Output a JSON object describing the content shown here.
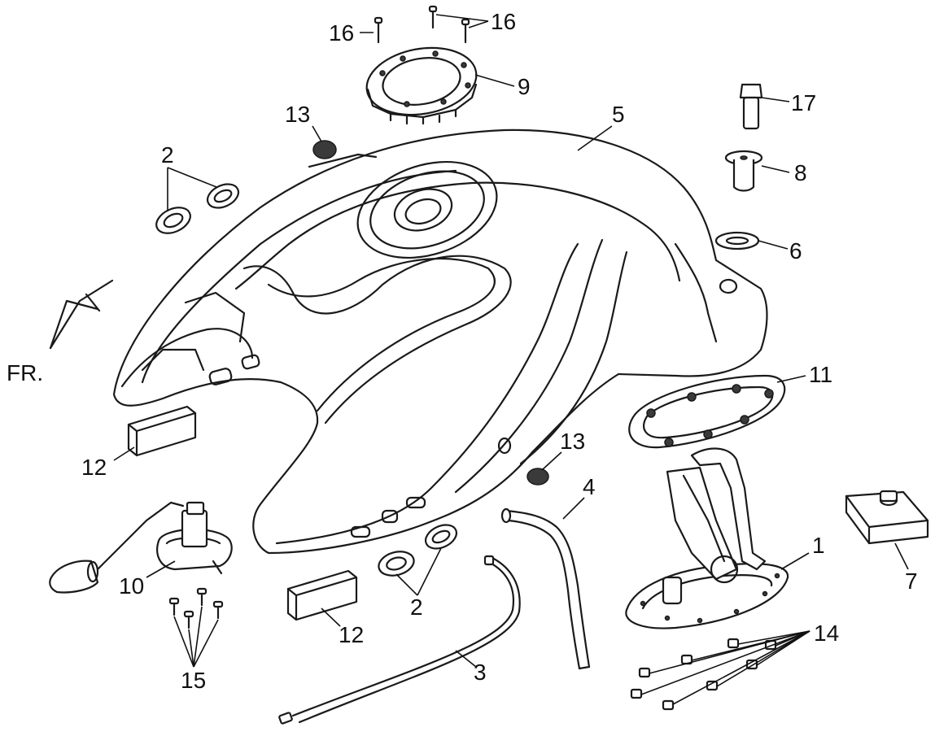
{
  "diagram": {
    "type": "exploded parts diagram",
    "front_marker": "FR.",
    "callouts": [
      {
        "number": "1"
      },
      {
        "number": "2"
      },
      {
        "number": "2"
      },
      {
        "number": "3"
      },
      {
        "number": "4"
      },
      {
        "number": "5"
      },
      {
        "number": "6"
      },
      {
        "number": "7"
      },
      {
        "number": "8"
      },
      {
        "number": "9"
      },
      {
        "number": "10"
      },
      {
        "number": "11"
      },
      {
        "number": "12"
      },
      {
        "number": "12"
      },
      {
        "number": "13"
      },
      {
        "number": "13"
      },
      {
        "number": "14"
      },
      {
        "number": "15"
      },
      {
        "number": "16"
      },
      {
        "number": "16"
      },
      {
        "number": "17"
      }
    ],
    "colors": {
      "line": "#1a1a1a",
      "background": "#ffffff"
    }
  }
}
